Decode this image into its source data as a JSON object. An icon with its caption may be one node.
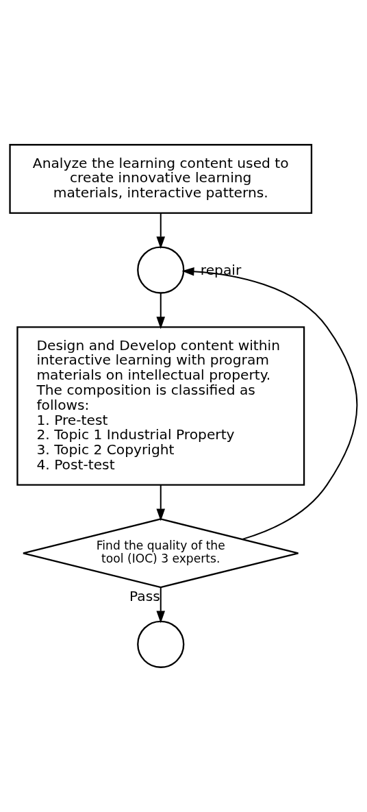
{
  "diagram": {
    "nodes": [
      {
        "text": [
          "Analyze the learning content used to create innovative learning materials, interactive patterns."
        ]
      },
      {
        "text": [],
        "shape": "circle"
      },
      {
        "text": [
          "Design and Develop content within interactive learning with program materials on intellectual property. The composition is classified as follows:",
          "1. Pre-test",
          "2. Topic 1 Industrial Property",
          "3. Topic 2 Copyright",
          "4. Post-test"
        ]
      },
      {
        "text": [
          "Find the quality of the tool (IOC) 3 experts."
        ]
      },
      {
        "text": [],
        "shape": "circle"
      }
    ],
    "edges": [
      {
        "from": 0,
        "to": 1,
        "arrow": "to"
      },
      {
        "from": 1,
        "to": 2,
        "arrow": "to"
      },
      {
        "from": 2,
        "to": 3,
        "arrow": "to"
      },
      {
        "from": 3,
        "to": 1,
        "arrow": "to",
        "label": "repair"
      },
      {
        "from": 3,
        "to": 4,
        "arrow": "to",
        "label": "Pass"
      }
    ]
  }
}
